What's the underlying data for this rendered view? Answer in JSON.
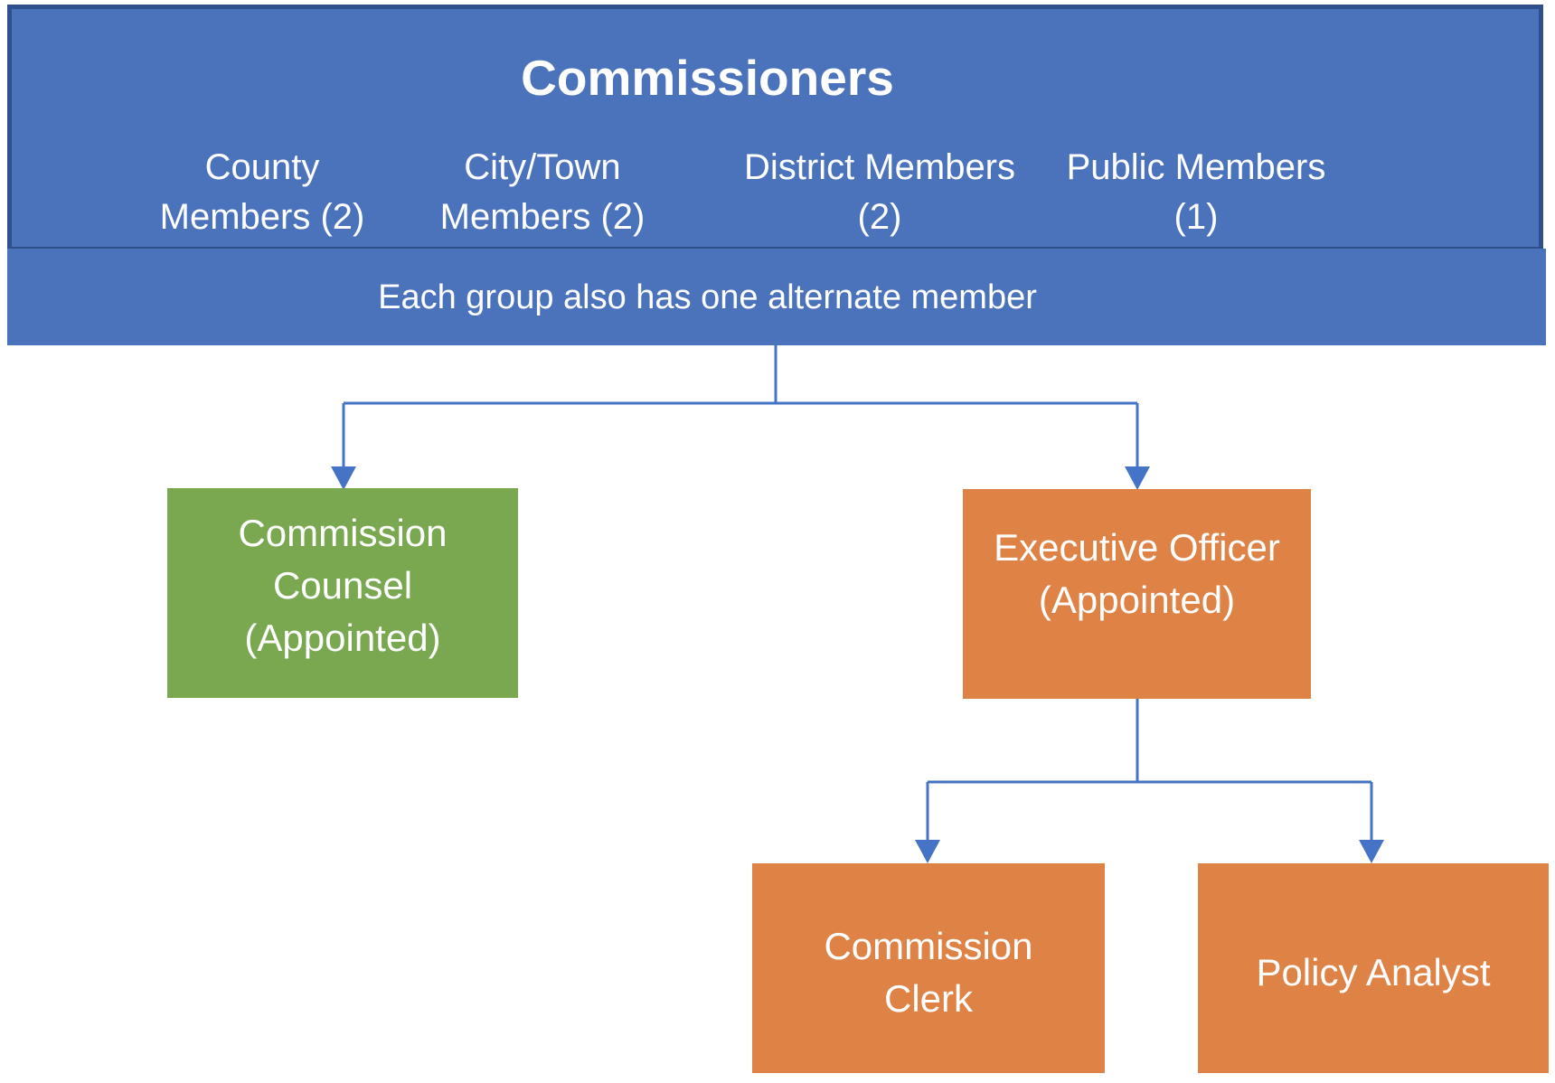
{
  "colors": {
    "blue_fill": "#4B73BC",
    "blue_border": "#30508C",
    "green_fill": "#7AA851",
    "orange_fill": "#DF8245",
    "connector_blue": "#4573C5",
    "text_white": "#FFFFFF"
  },
  "header": {
    "title": "Commissioners",
    "groups": [
      {
        "line1": "County",
        "line2": "Members (2)"
      },
      {
        "line1": "City/Town",
        "line2": "Members (2)"
      },
      {
        "line1": "District Members",
        "line2": "(2)"
      },
      {
        "line1": "Public Members",
        "line2": "(1)"
      }
    ],
    "note": "Each group also has one alternate member"
  },
  "nodes": {
    "counsel": {
      "line1": "Commission",
      "line2": "Counsel",
      "line3": "(Appointed)"
    },
    "executive": {
      "line1": "Executive Officer",
      "line2": "(Appointed)"
    },
    "clerk": {
      "line1": "Commission",
      "line2": "Clerk"
    },
    "analyst": {
      "line1": "Policy Analyst"
    }
  }
}
